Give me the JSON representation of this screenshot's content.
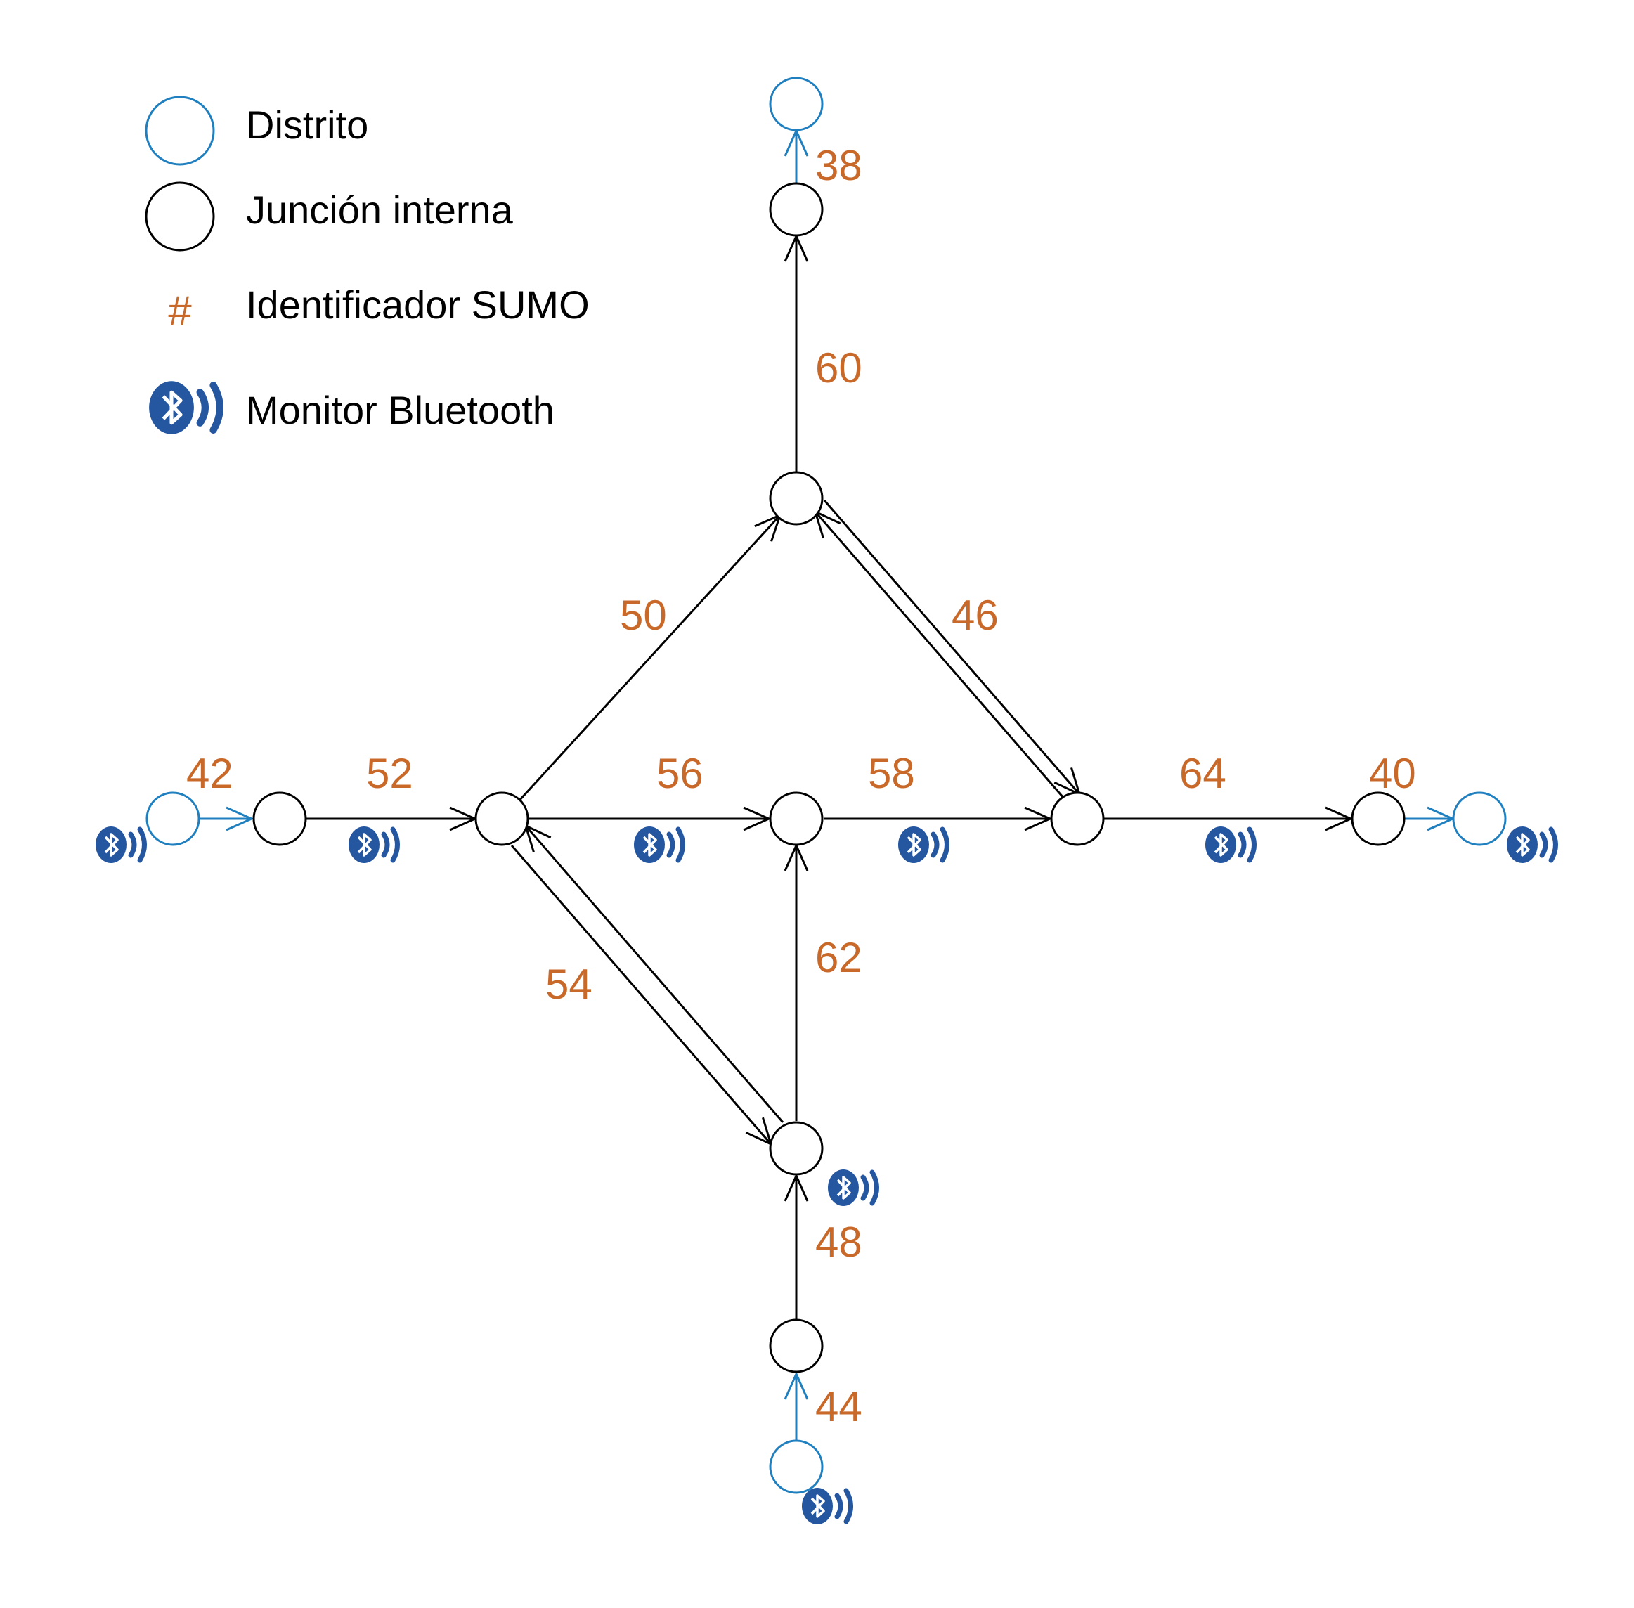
{
  "legend": {
    "district": "Distrito",
    "internal_junction": "Junción interna",
    "sumo_id_symbol": "#",
    "sumo_id": "Identificador SUMO",
    "bluetooth_monitor": "Monitor Bluetooth"
  },
  "edge_ids": {
    "e38": "38",
    "e60": "60",
    "e50": "50",
    "e46": "46",
    "e42": "42",
    "e52": "52",
    "e56": "56",
    "e58": "58",
    "e64": "64",
    "e40": "40",
    "e54": "54",
    "e62": "62",
    "e48": "48",
    "e44": "44"
  },
  "colors": {
    "district": "#1f7fbf",
    "junction": "#000000",
    "sumo_id": "#c8692a",
    "bluetooth": "#2556a0"
  },
  "icons": {
    "bluetooth": "bluetooth-monitor-icon"
  }
}
